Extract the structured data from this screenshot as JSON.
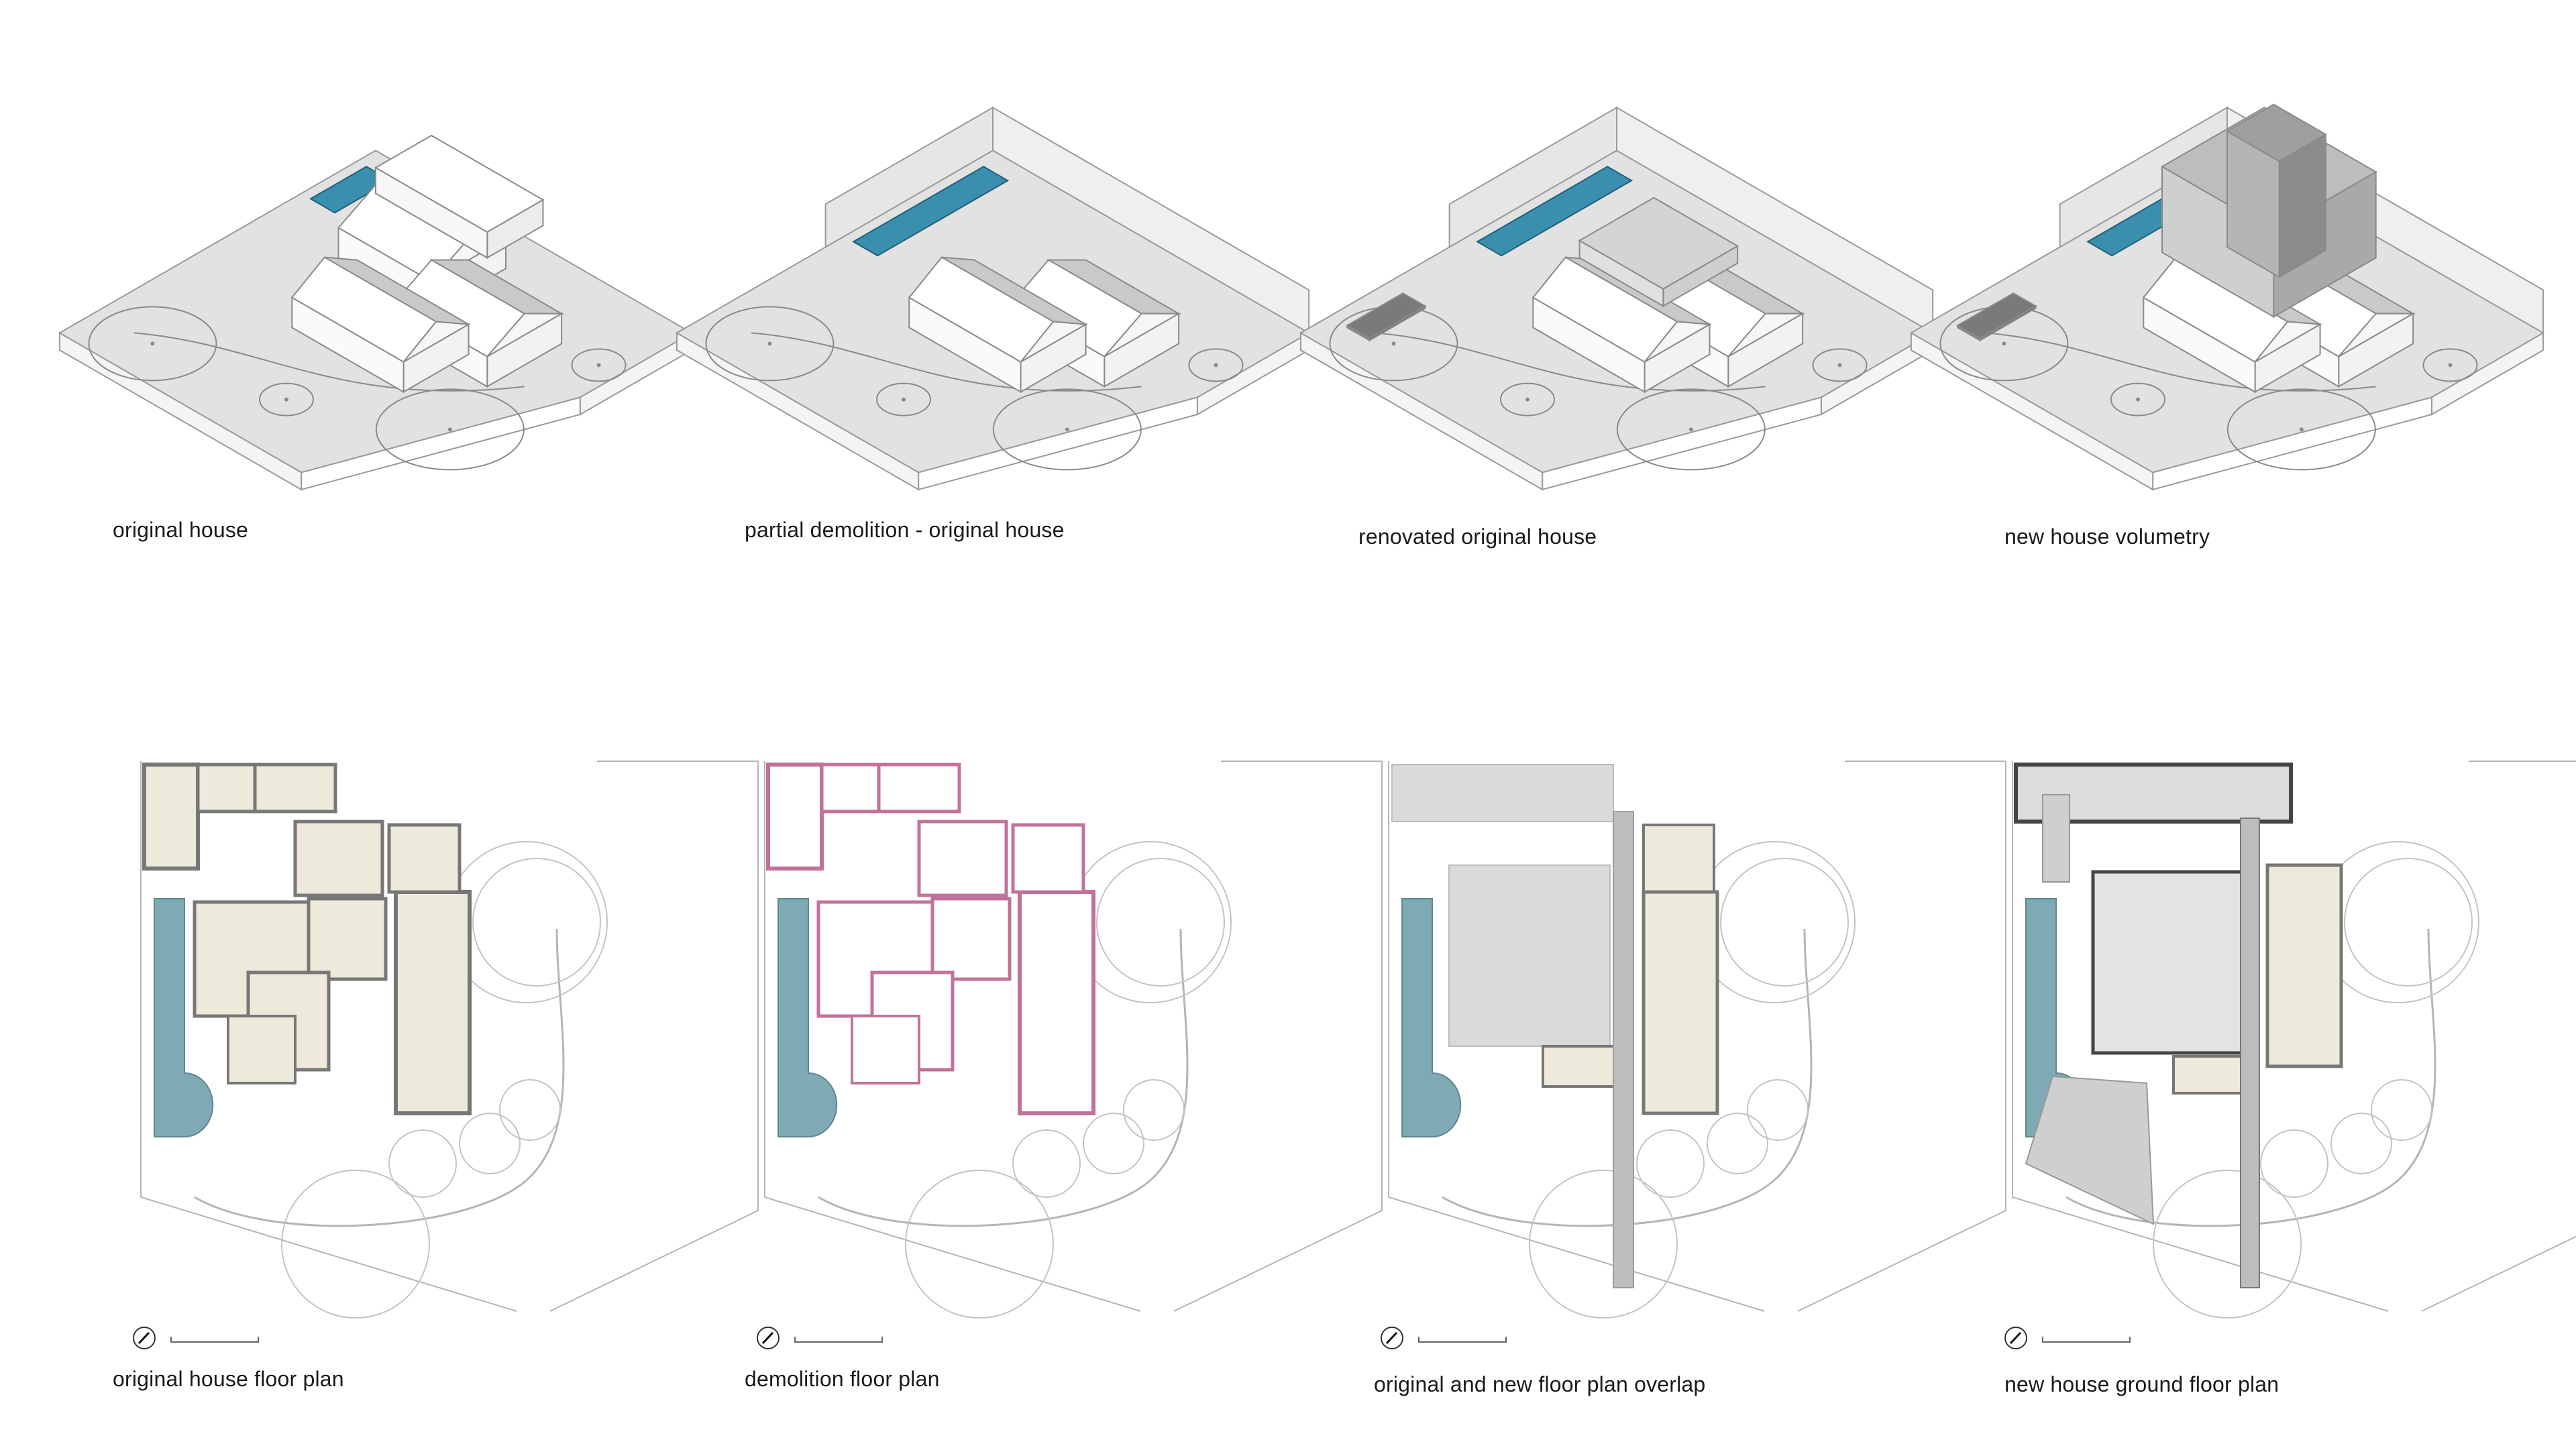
{
  "axonometric_row": [
    {
      "caption": "original house",
      "variant": "original"
    },
    {
      "caption": "partial demolition - original house",
      "variant": "demolition"
    },
    {
      "caption": "renovated original house",
      "variant": "renovated"
    },
    {
      "caption": "new house volumetry",
      "variant": "new"
    }
  ],
  "plan_row": [
    {
      "caption": "original house floor plan",
      "variant": "original"
    },
    {
      "caption": "demolition floor plan",
      "variant": "demolition"
    },
    {
      "caption": "original and new floor plan overlap",
      "variant": "overlap"
    },
    {
      "caption": "new house ground floor plan",
      "variant": "new"
    }
  ],
  "colors": {
    "site_top": "#e2e2e2",
    "site_side": "#f4f4f4",
    "roof": "#ffffff",
    "roof_shade": "#c9c9c9",
    "wall": "#efefef",
    "pool": "#3b8fae",
    "plan_pool": "#7fa9b3",
    "room_fill": "#eeeadb",
    "wall_dark": "#777777",
    "demolition": "#c0739a",
    "new_volume": "#a9a9a9",
    "new_plan_fill": "#dadada",
    "line": "#b5b5b5"
  }
}
